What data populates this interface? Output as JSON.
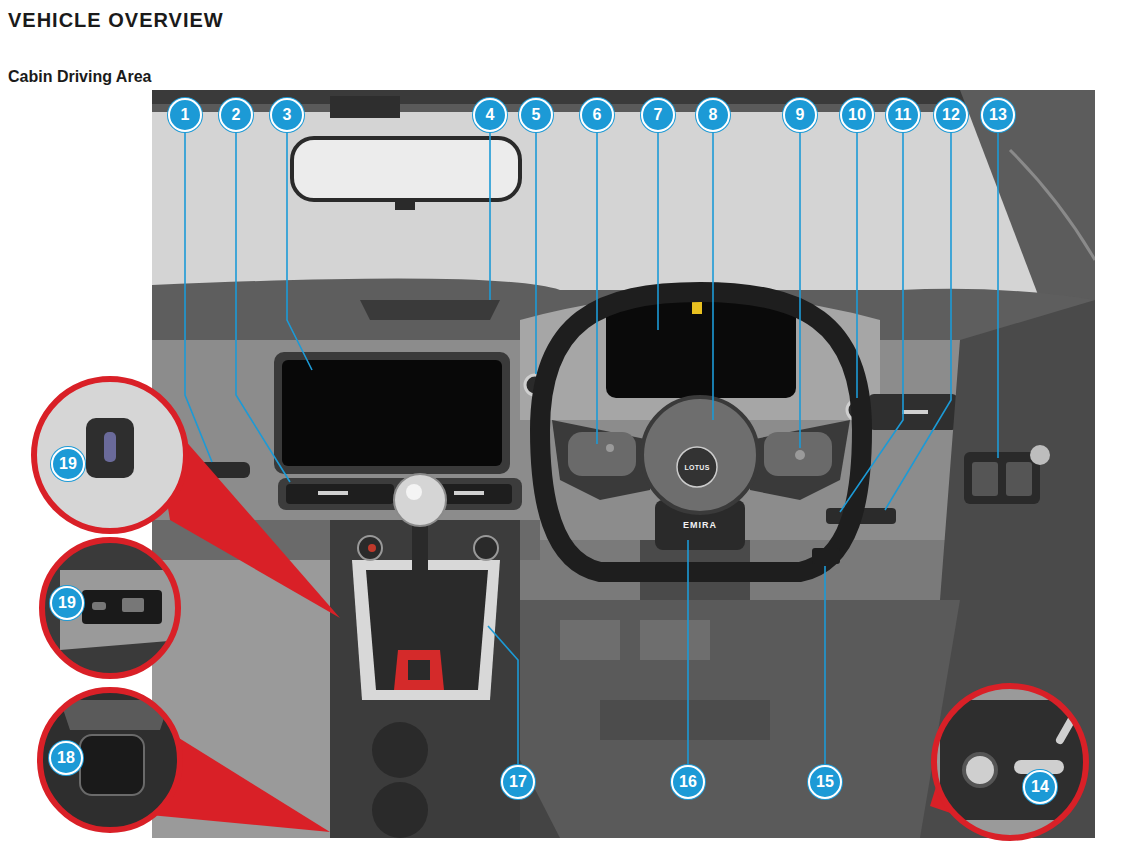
{
  "diagram": {
    "title": "VEHICLE OVERVIEW",
    "labels": [
      "Cabin Driving Area",
      "1",
      "2",
      "3",
      "4",
      "5",
      "6",
      "7",
      "8",
      "9",
      "10",
      "11",
      "12",
      "13",
      "19",
      "19",
      "18",
      "17",
      "16",
      "15",
      "14",
      "LOTUS",
      "EMIRA"
    ]
  }
}
